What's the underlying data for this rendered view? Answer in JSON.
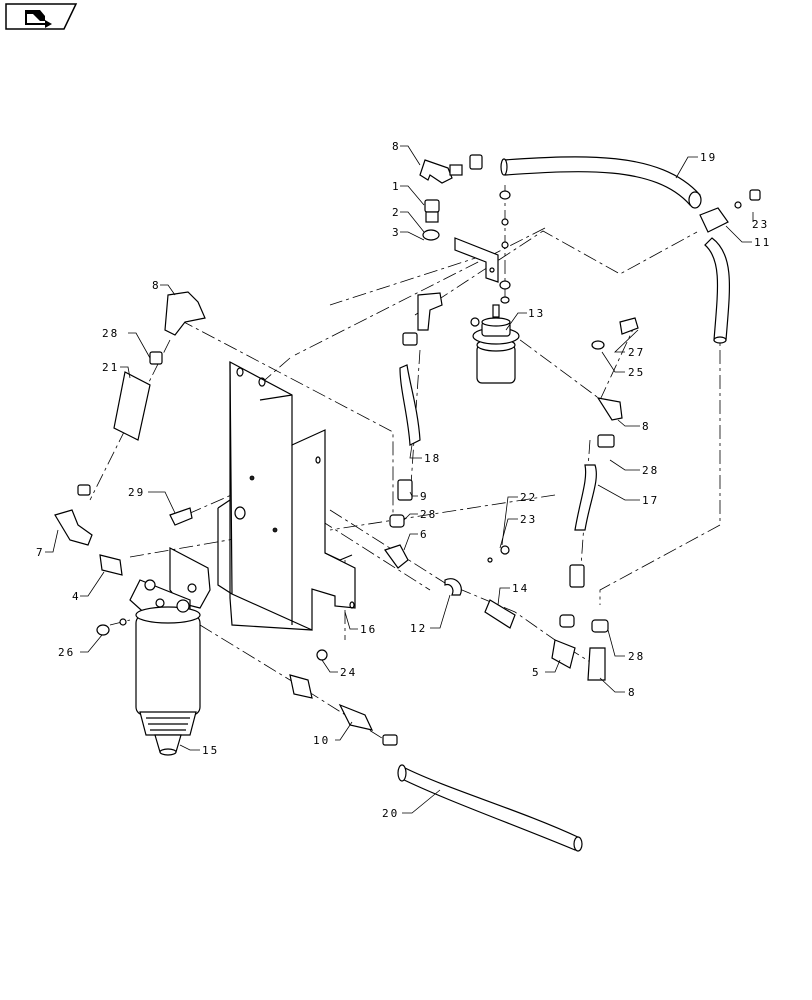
{
  "header": {
    "nav_icon": "back-arrow-icon"
  },
  "callouts": {
    "c1": "1",
    "c2": "2",
    "c3": "3",
    "c4": "4",
    "c5": "5",
    "c6": "6",
    "c7": "7",
    "c8a": "8",
    "c8b": "8",
    "c8c": "8",
    "c8d": "8",
    "c9": "9",
    "c10": "10",
    "c11": "11",
    "c12": "12",
    "c13": "13",
    "c14": "14",
    "c15": "15",
    "c16": "16",
    "c17": "17",
    "c18": "18",
    "c19": "19",
    "c20": "20",
    "c21": "21",
    "c22": "22",
    "c23a": "23",
    "c23b": "23",
    "c24": "24",
    "c25": "25",
    "c26": "26",
    "c27": "27",
    "c28a": "28",
    "c28b": "28",
    "c28c": "28",
    "c28d": "28",
    "c29": "29"
  }
}
